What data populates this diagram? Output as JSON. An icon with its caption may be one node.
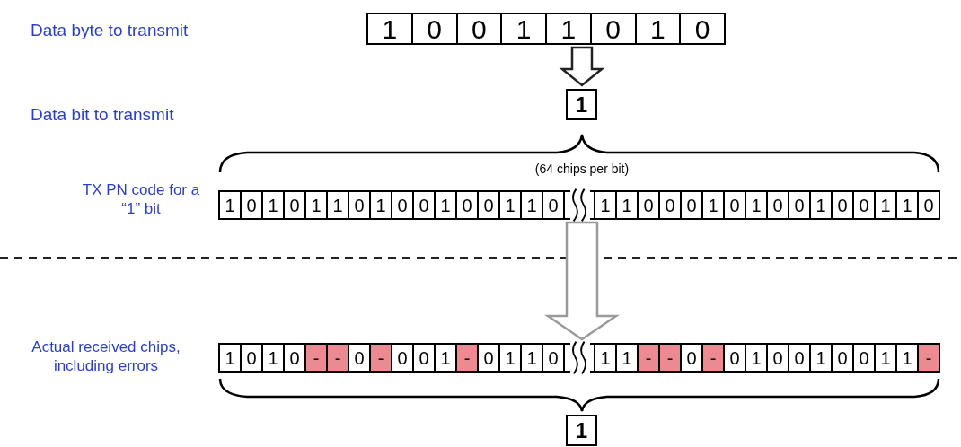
{
  "diagram": {
    "nodes": [
      {
        "text": [
          "1",
          "0",
          "0",
          "1",
          "1",
          "0",
          "1",
          "0"
        ]
      },
      {
        "text": [
          "1"
        ]
      },
      {
        "text": [
          "1",
          "0",
          "1",
          "0",
          "1",
          "1",
          "0",
          "1",
          "0",
          "0",
          "1",
          "0",
          "0",
          "1",
          "1",
          "0",
          "1",
          "1",
          "0",
          "0",
          "0",
          "1",
          "0",
          "1",
          "0",
          "0",
          "1",
          "0",
          "0",
          "1",
          "1",
          "0"
        ],
        "beside": [
          "TX PN code for a “1” bit",
          "(64 chips per bit)"
        ]
      },
      {
        "text": [
          "1",
          "0",
          "1",
          "0",
          "-",
          "-",
          "0",
          "-",
          "0",
          "0",
          "1",
          "-",
          "0",
          "1",
          "1",
          "0",
          "1",
          "1",
          "-",
          "-",
          "0",
          "-",
          "0",
          "1",
          "0",
          "0",
          "1",
          "0",
          "0",
          "1",
          "1",
          "-"
        ],
        "beside": [
          "Actual received chips, including errors"
        ]
      },
      {
        "text": [
          "1"
        ]
      }
    ],
    "edges": [
      {
        "from": 0,
        "to": 1,
        "arrow": "to"
      },
      {
        "from": 2,
        "to": 3,
        "arrow": "to",
        "color": "#9a9a9a"
      }
    ],
    "labels": [
      "Data byte to transmit",
      "Data bit to transmit"
    ]
  }
}
